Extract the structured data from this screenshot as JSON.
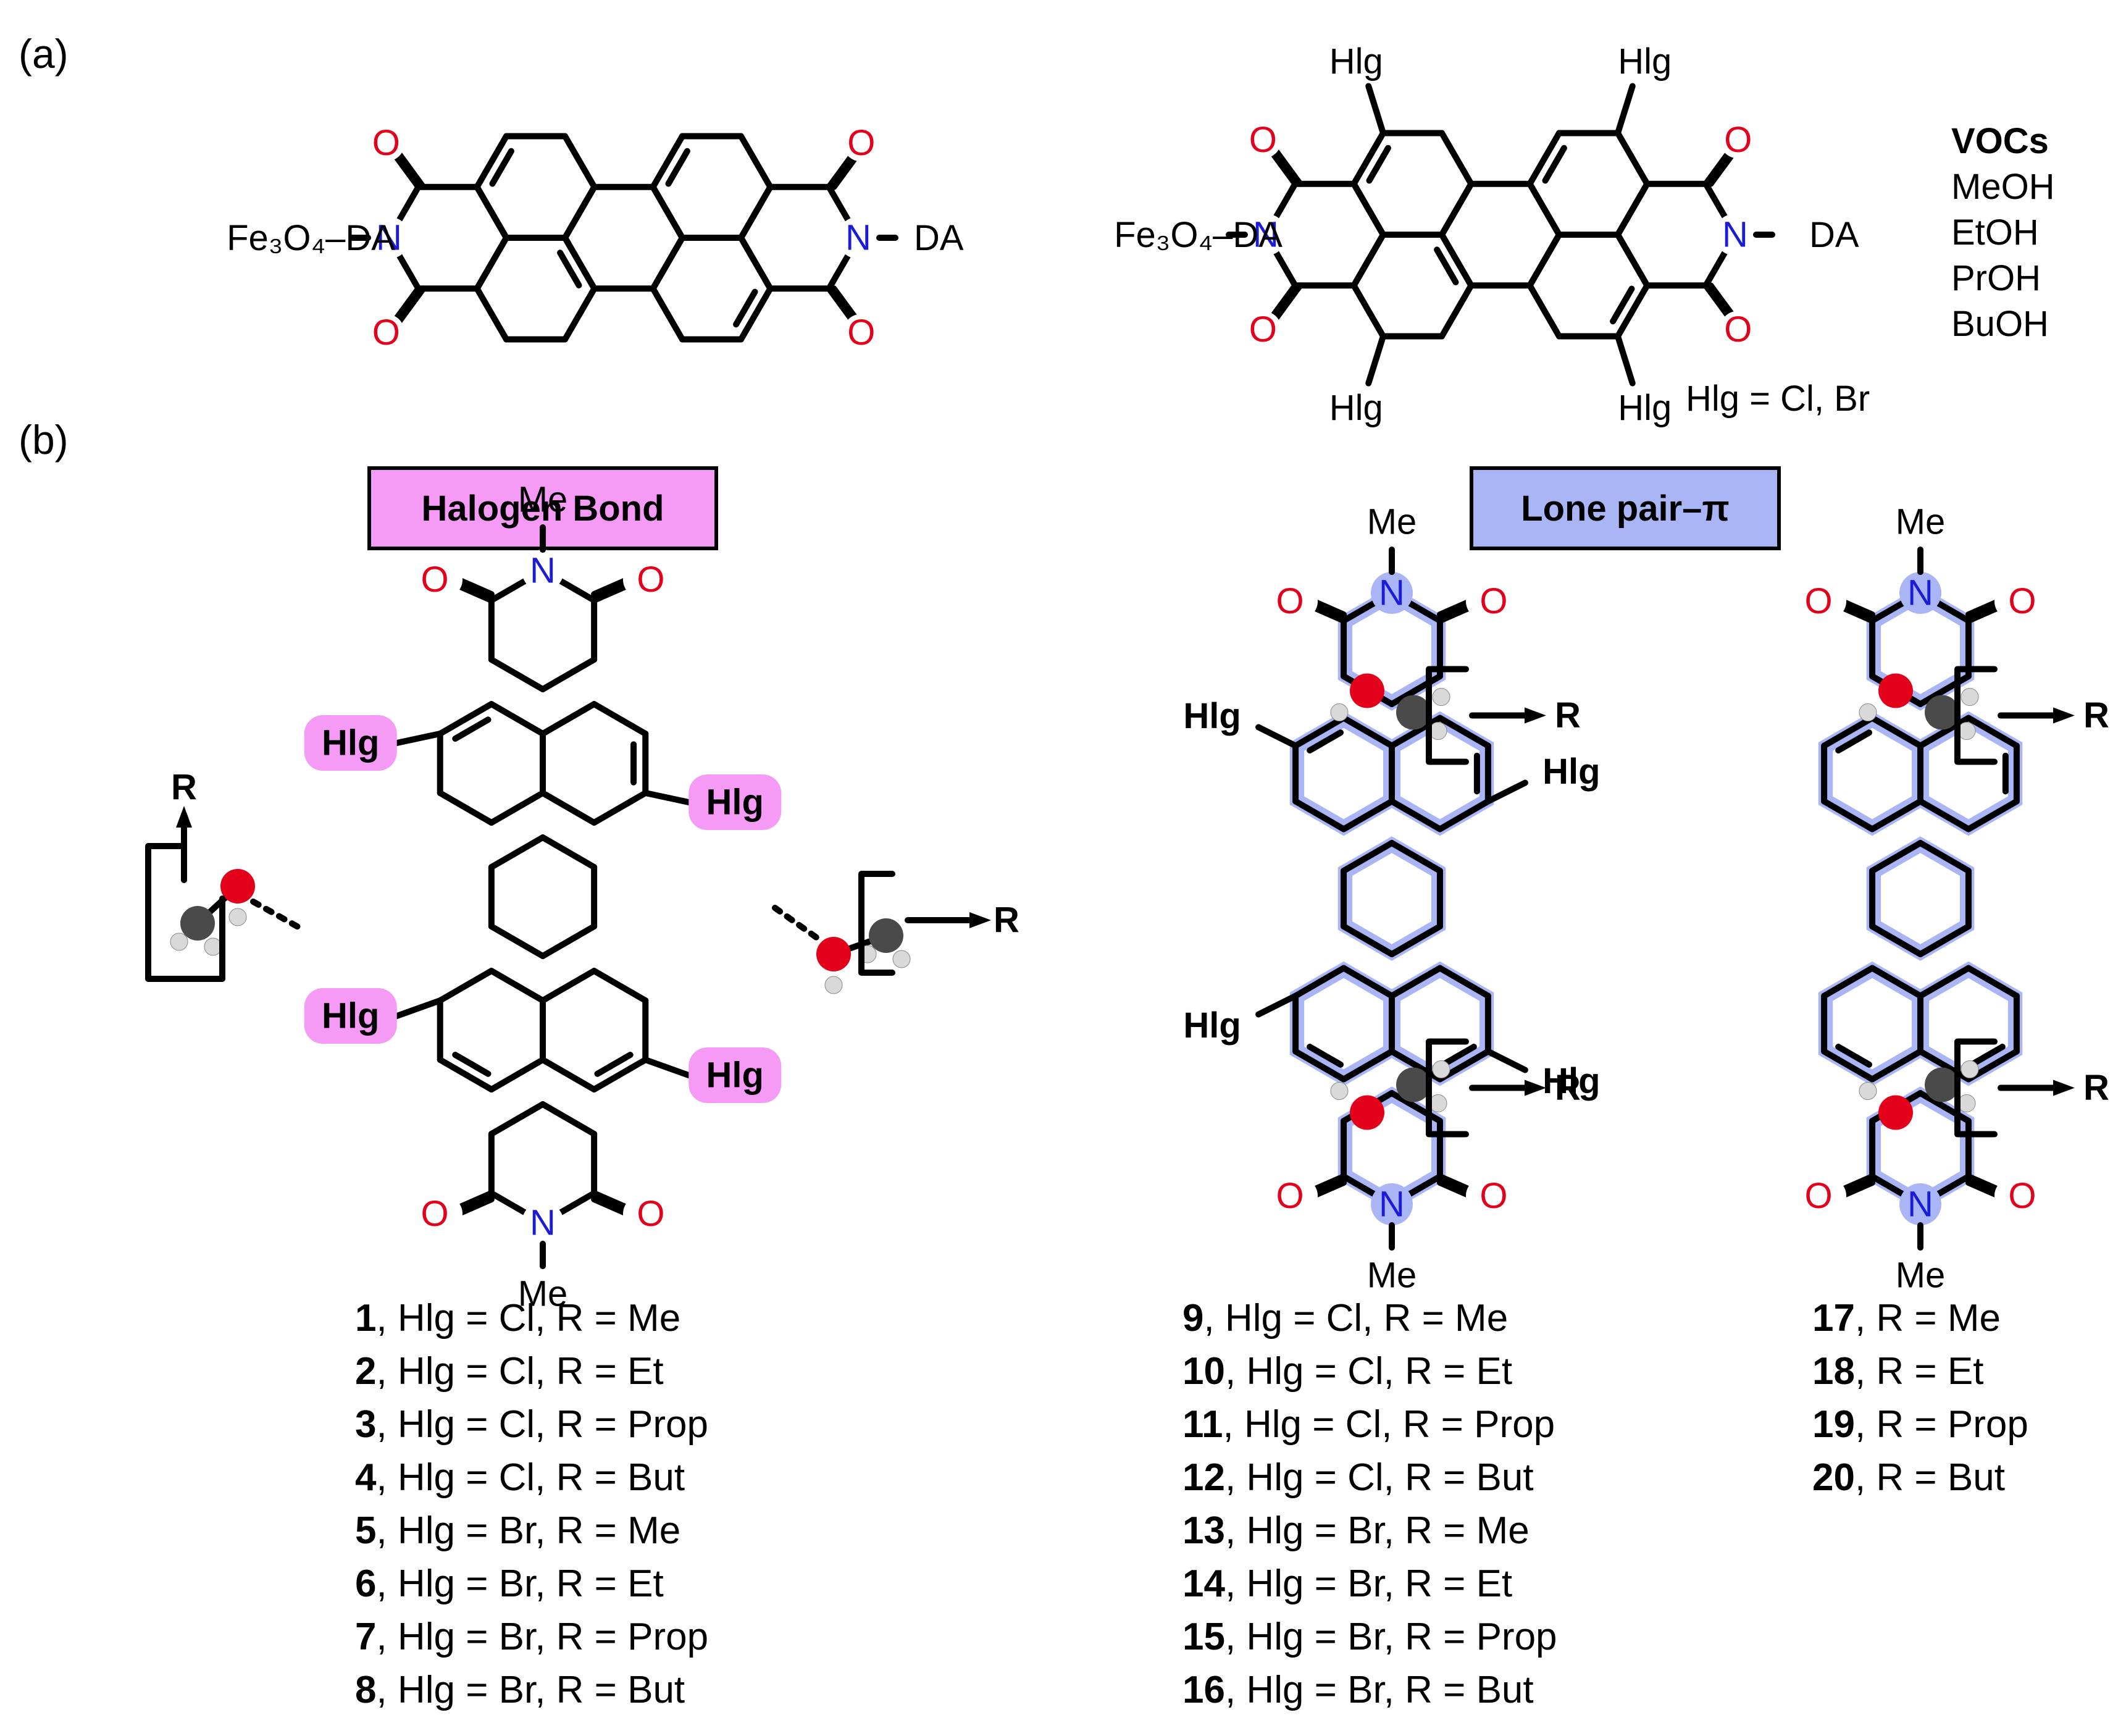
{
  "panel_labels": {
    "a": "(a)",
    "b": "(b)"
  },
  "colors": {
    "oxygen": "#e3001b",
    "nitrogen": "#1c1cd6",
    "halogen_box": "#f59af5",
    "lone_pair_box": "#aab5f6",
    "highlight_blue": "#aab5f6",
    "highlight_pink": "#f59af5",
    "bracket_red": "#e3001b"
  },
  "panel_a": {
    "left_mol": {
      "left_sub": "Fe₃O₄–DA",
      "right_sub": "DA",
      "N": "N",
      "O": "O"
    },
    "right_mol": {
      "left_sub": "Fe₃O₄–DA",
      "right_sub": "DA",
      "N": "N",
      "O": "O",
      "hlg": "Hlg",
      "hlg_def": "Hlg = Cl, Br"
    },
    "vocs": {
      "title": "VOCs",
      "items": [
        "MeOH",
        "EtOH",
        "PrOH",
        "BuOH"
      ]
    }
  },
  "panel_b": {
    "halogen_title": "Halogen Bond",
    "lonepair_title": "Lone pair–π",
    "me": "Me",
    "hlg": "Hlg",
    "R": "R",
    "group1": [
      {
        "num": "1",
        "text": ", Hlg = Cl, R = Me"
      },
      {
        "num": "2",
        "text": ", Hlg = Cl, R = Et"
      },
      {
        "num": "3",
        "text": ", Hlg = Cl, R = Prop"
      },
      {
        "num": "4",
        "text": ", Hlg = Cl, R = But"
      },
      {
        "num": "5",
        "text": ", Hlg = Br, R = Me"
      },
      {
        "num": "6",
        "text": ", Hlg = Br, R = Et"
      },
      {
        "num": "7",
        "text": ", Hlg = Br, R = Prop"
      },
      {
        "num": "8",
        "text": ", Hlg = Br, R = But"
      }
    ],
    "group2": [
      {
        "num": "9",
        "text": ", Hlg = Cl, R = Me"
      },
      {
        "num": "10",
        "text": ", Hlg = Cl, R = Et"
      },
      {
        "num": "11",
        "text": ", Hlg = Cl, R = Prop"
      },
      {
        "num": "12",
        "text": ", Hlg = Cl, R = But"
      },
      {
        "num": "13",
        "text": ", Hlg = Br, R = Me"
      },
      {
        "num": "14",
        "text": ", Hlg = Br, R = Et"
      },
      {
        "num": "15",
        "text": ", Hlg = Br, R = Prop"
      },
      {
        "num": "16",
        "text": ", Hlg = Br, R = But"
      }
    ],
    "group3": [
      {
        "num": "17",
        "text": ", R = Me"
      },
      {
        "num": "18",
        "text": ", R = Et"
      },
      {
        "num": "19",
        "text": ", R = Prop"
      },
      {
        "num": "20",
        "text": ", R = But"
      }
    ]
  }
}
